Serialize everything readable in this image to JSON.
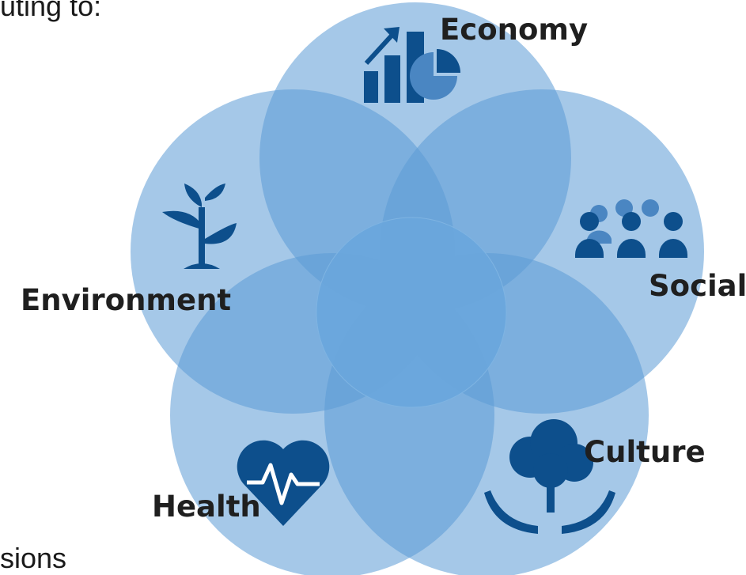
{
  "top_text_fragment": "uting to:",
  "bottom_text_fragment": "sions",
  "diagram": {
    "dimensions": [
      {
        "label": "Economy",
        "icon": "bar-chart-growth-icon"
      },
      {
        "label": "Social",
        "icon": "people-group-icon"
      },
      {
        "label": "Culture",
        "icon": "tree-in-hands-icon"
      },
      {
        "label": "Health",
        "icon": "heart-pulse-icon"
      },
      {
        "label": "Environment",
        "icon": "sprout-plant-icon"
      }
    ],
    "colors": {
      "petal_fill": "#5b9bd5",
      "center_fill": "#6aa7dc",
      "icon": "#0d4f8c",
      "label": "#1f1f1f"
    }
  }
}
